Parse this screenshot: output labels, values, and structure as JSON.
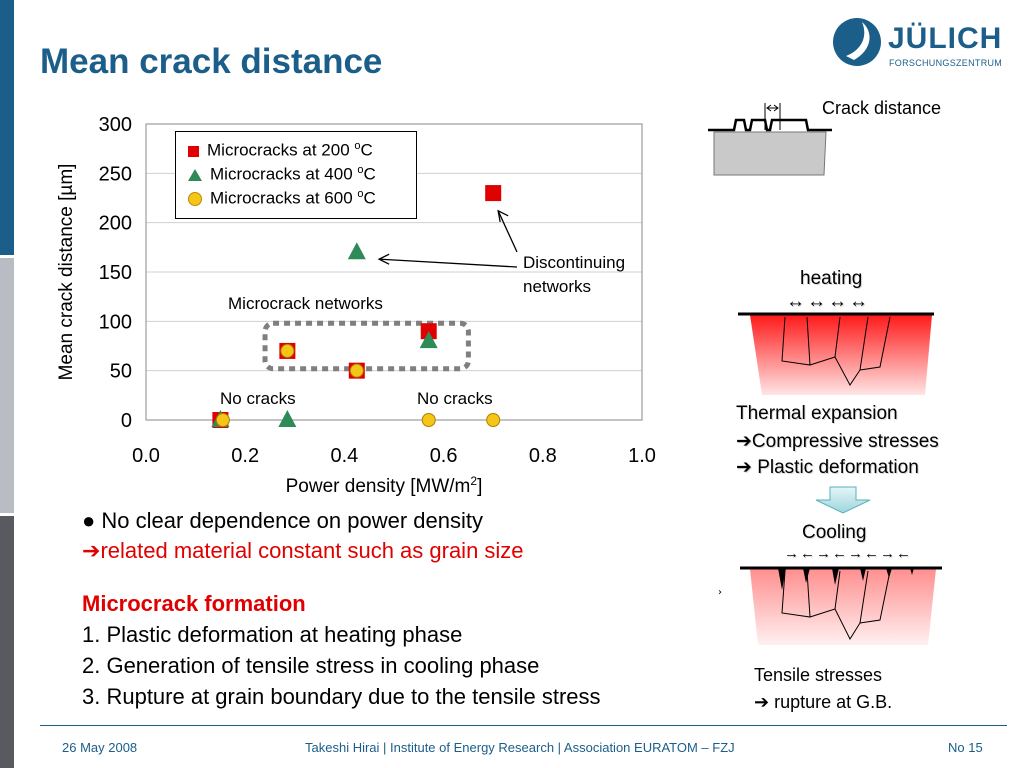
{
  "slide": {
    "title": "Mean crack distance",
    "logo": {
      "name": "JÜLICH",
      "subtitle": "FORSCHUNGSZENTRUM"
    },
    "bullet_point": "No clear dependence on power density",
    "bullet_related": "related material constant such as grain size",
    "formation": {
      "heading": "Microcrack formation",
      "items": [
        "1. Plastic deformation at heating phase",
        "2. Generation of tensile stress in cooling phase",
        "3. Rupture at grain boundary due to the tensile stress"
      ]
    },
    "right_panel": {
      "crack_distance": "Crack distance",
      "heating": "heating",
      "heating_arrows": "↔↔↔↔",
      "thermal_expansion": "Thermal expansion",
      "compressive": "Compressive stresses",
      "plastic": " Plastic deformation",
      "cooling": "Cooling",
      "cooling_arrows": "→←→←→←→←",
      "tensile": "Tensile stresses",
      "rupture": " rupture at G.B."
    },
    "footer": {
      "date": "26 May 2008",
      "center": "Takeshi Hirai | Institute of Energy Research | Association EURATOM – FZJ",
      "page": "No 15"
    }
  },
  "chart_data": {
    "type": "scatter",
    "xlabel": "Power density [MW/m2]",
    "ylabel": "Mean crack distance [µm]",
    "xlim": [
      0.0,
      1.0
    ],
    "ylim": [
      0,
      300
    ],
    "xticks": [
      "0.0",
      "0.2",
      "0.4",
      "0.6",
      "0.8",
      "1.0"
    ],
    "yticks": [
      "0",
      "50",
      "100",
      "150",
      "200",
      "250",
      "300"
    ],
    "grid": true,
    "legend_position": "top-left",
    "series": [
      {
        "name": "Microcracks at 200 °C",
        "marker": "square",
        "color": "#e00000",
        "points": [
          [
            0.15,
            0
          ],
          [
            0.285,
            70
          ],
          [
            0.425,
            50
          ],
          [
            0.57,
            90
          ],
          [
            0.7,
            230
          ]
        ]
      },
      {
        "name": "Microcracks at 400 °C",
        "marker": "triangle",
        "color": "#2e8b57",
        "points": [
          [
            0.15,
            0
          ],
          [
            0.285,
            0
          ],
          [
            0.425,
            170
          ],
          [
            0.57,
            80
          ]
        ]
      },
      {
        "name": "Microcracks at 600 °C",
        "marker": "circle",
        "color": "#f5c518",
        "points": [
          [
            0.155,
            0
          ],
          [
            0.285,
            70
          ],
          [
            0.425,
            50
          ],
          [
            0.57,
            0
          ],
          [
            0.7,
            0
          ]
        ]
      }
    ],
    "legend_labels": [
      {
        "text": "Microcracks at 200 ",
        "unit": "C"
      },
      {
        "text": "Microcracks at 400 ",
        "unit": "C"
      },
      {
        "text": "Microcracks at 600 ",
        "unit": "C"
      }
    ],
    "degree_mark": "o",
    "annotations": {
      "networks": "Microcrack networks",
      "no_cracks_left": "No cracks",
      "no_cracks_right": "No cracks",
      "discontinuing_1": "Discontinuing",
      "discontinuing_2": "networks"
    }
  }
}
